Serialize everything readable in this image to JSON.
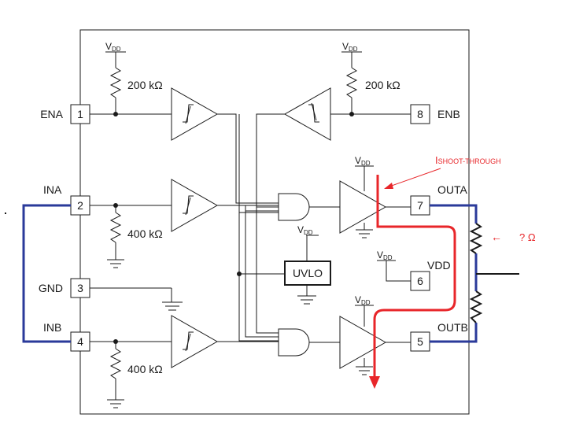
{
  "pins": {
    "p1": {
      "num": "1",
      "name": "ENA"
    },
    "p2": {
      "num": "2",
      "name": "INA"
    },
    "p3": {
      "num": "3",
      "name": "GND"
    },
    "p4": {
      "num": "4",
      "name": "INB"
    },
    "p5": {
      "num": "5",
      "name": "OUTB"
    },
    "p6": {
      "num": "6",
      "name": "VDD"
    },
    "p7": {
      "num": "7",
      "name": "OUTA"
    },
    "p8": {
      "num": "8",
      "name": "ENB"
    }
  },
  "supply": {
    "v": "V",
    "sub": "DD"
  },
  "resistors": {
    "ena_pullup": "200 kΩ",
    "enb_pullup": "200 kΩ",
    "ina_pulldown": "400 kΩ",
    "inb_pulldown": "400 kΩ"
  },
  "uvlo": "UVLO",
  "annotations": {
    "shoot_through_i": "I",
    "shoot_through_sub": "SHOOT-THROUGH",
    "unknown_resistance": "? Ω",
    "arrow_glyph": "←"
  },
  "colors": {
    "wire": "#1a1a1a",
    "external_connection": "#2a3a9a",
    "annotation": "#e8262a"
  }
}
